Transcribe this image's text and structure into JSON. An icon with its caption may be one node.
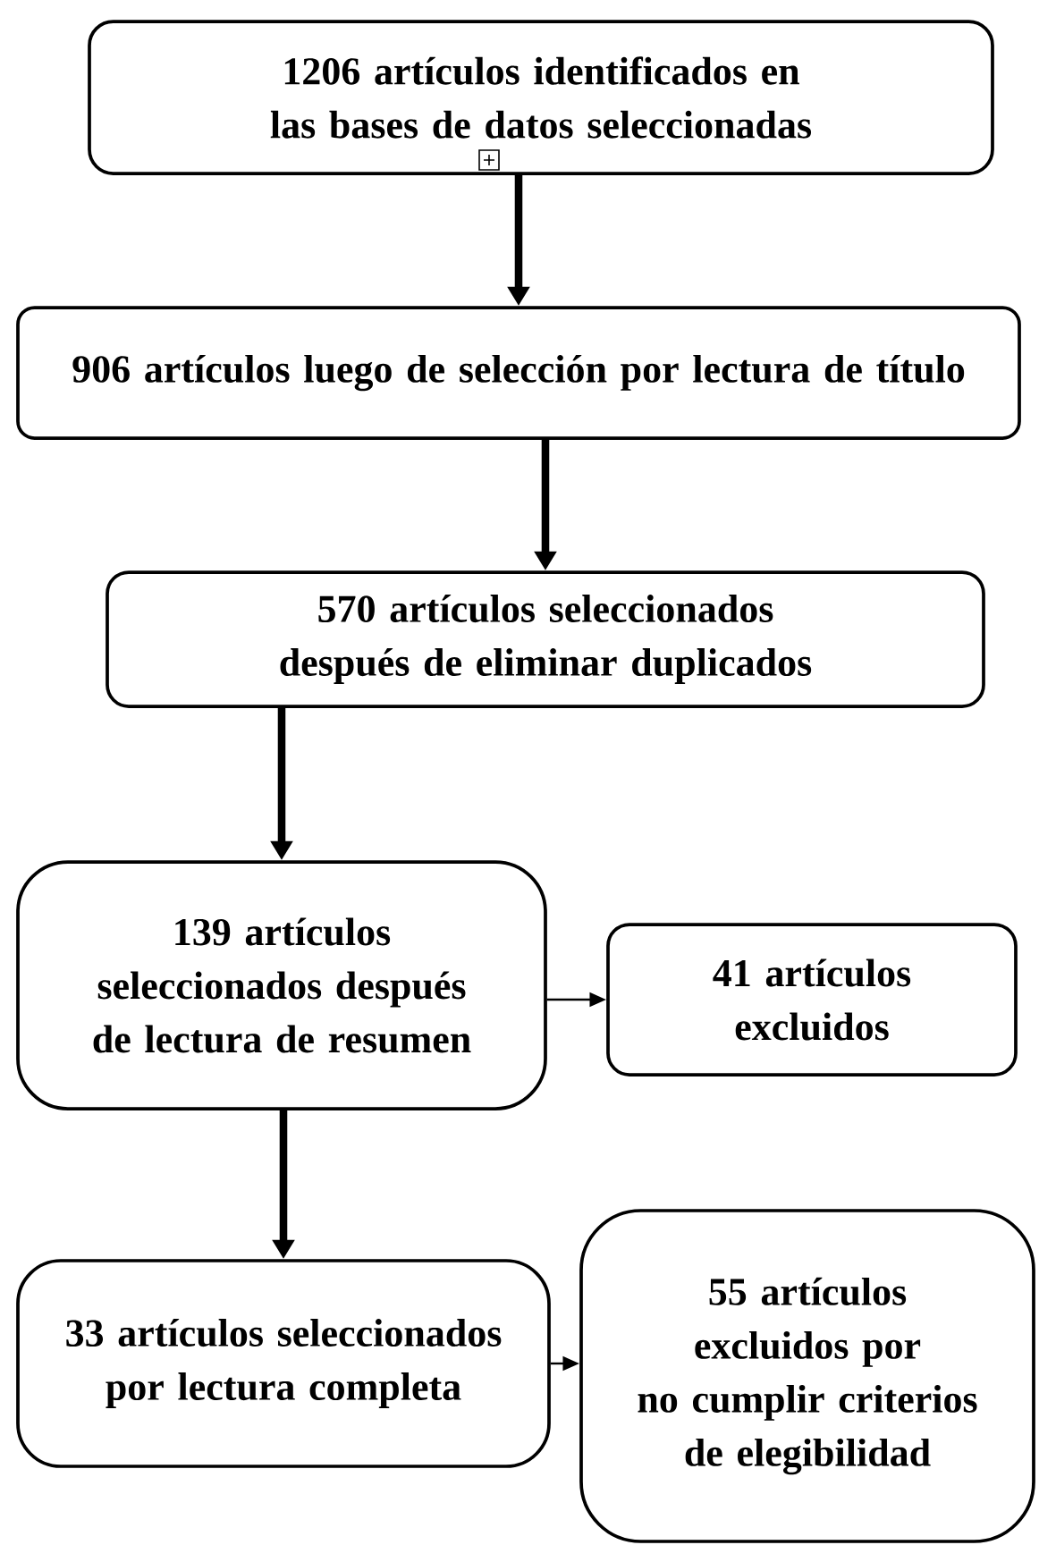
{
  "diagram": {
    "nodes": [
      {
        "text": [
          "1206 artículos identificados en las bases de datos seleccionadas"
        ]
      },
      {
        "text": [
          "906 artículos luego de selección por lectura de título"
        ]
      },
      {
        "text": [
          "570 artículos seleccionados después de eliminar duplicados"
        ]
      },
      {
        "text": [
          "139 artículos seleccionados después de lectura de resumen"
        ]
      },
      {
        "text": [
          "41 artículos excluidos"
        ]
      },
      {
        "text": [
          "33 artículos seleccionados por lectura completa"
        ]
      },
      {
        "text": [
          "55 artículos excluidos por no cumplir criterios de elegibilidad"
        ]
      }
    ],
    "edges": [
      {
        "from": 0,
        "to": 1,
        "arrow": "to"
      },
      {
        "from": 1,
        "to": 2,
        "arrow": "to"
      },
      {
        "from": 2,
        "to": 3,
        "arrow": "to"
      },
      {
        "from": 3,
        "to": 4,
        "arrow": "to"
      },
      {
        "from": 3,
        "to": 5,
        "arrow": "to"
      },
      {
        "from": 5,
        "to": 6,
        "arrow": "to"
      }
    ]
  }
}
